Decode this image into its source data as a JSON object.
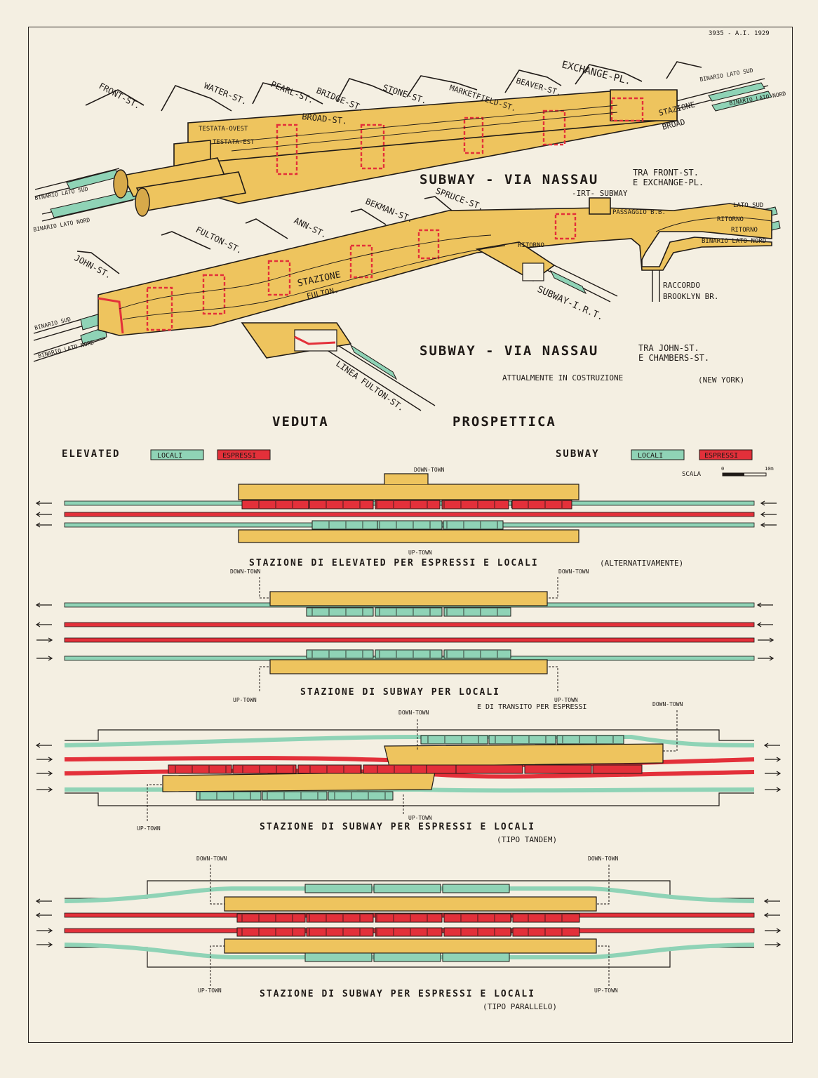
{
  "corner_note": "3935 - A.I. 1929",
  "top_section": {
    "streets": [
      "FRONT-ST.",
      "WATER-ST.",
      "PEARL-ST.",
      "BRIDGE-ST.",
      "STONE-ST.",
      "MARKETFIELD-ST.",
      "BEAVER-ST.",
      "EXCHANGE-PL."
    ],
    "broad_st": "BROAD-ST.",
    "testata_ovest": "TESTATA-OVEST",
    "testata_est": "TESTATA-EST",
    "stazione": "STAZIONE",
    "broad": "BROAD",
    "binario_lato_sud_left": "BINARIO LATO SUD",
    "binario_lato_nord_left": "BINARIO LATO NORD",
    "binario_lato_sud_right": "BINARIO LATO SUD",
    "binario_lato_nord_right": "BINARIO LATO NORD",
    "title_main": "SUBWAY - VIA NASSAU",
    "title_line1": "TRA FRONT-ST.",
    "title_line2": "E EXCHANGE-PL.",
    "irt": "-IRT- SUBWAY"
  },
  "mid_section": {
    "streets": [
      "JOHN-ST.",
      "FULTON-ST.",
      "ANN-ST.",
      "BEKMAN-ST.",
      "SPRUCE-ST."
    ],
    "stazione": "STAZIONE",
    "fulton": "FULTON.",
    "passaggio": "PASSAGGIO B.B.",
    "lato_sud": "LATO SUD",
    "ritorno1": "RITORNO",
    "ritorno2": "RITORNO",
    "ritorno3": "RITORNO",
    "binario_lato_nord_right": "BINARIO LATO NORD",
    "raccordo": "RACCORDO",
    "brooklyn": "BROOKLYN BR.",
    "subway_irt": "SUBWAY-I.R.T.",
    "linea_fulton": "LINEA FULTON-ST.",
    "binario_sud": "BINARIO SUD",
    "binario_lato_nord_left": "BINARIO LATO NORD",
    "title_main": "SUBWAY - VIA NASSAU",
    "title_line1": "TRA JOHN-ST.",
    "title_line2": "E CHAMBERS-ST.",
    "attualmente": "ATTUALMENTE IN COSTRUZIONE",
    "new_york": "(NEW YORK)"
  },
  "heading": {
    "left": "VEDUTA",
    "right": "PROSPETTICA"
  },
  "legend": {
    "elevated": "ELEVATED",
    "subway": "SUBWAY",
    "locali": "LOCALI",
    "espressi": "ESPRESSI",
    "scala": "SCALA",
    "scale_zero": "0",
    "scale_end": "10m"
  },
  "colors": {
    "locali": "#8fd3b6",
    "espressi": "#e3303a",
    "platform": "#eec45e",
    "ink": "#1f1a17",
    "paper": "#f4efe2"
  },
  "diagrams": {
    "d1": {
      "caption": "STAZIONE DI ELEVATED PER ESPRESSI E LOCALI",
      "note": "(ALTERNATIVAMENTE)",
      "down": "DOWN-TOWN",
      "up": "UP-TOWN"
    },
    "d2": {
      "caption": "STAZIONE DI SUBWAY PER LOCALI",
      "note": "E DI TRANSITO PER ESPRESSI",
      "down_left": "DOWN-TOWN",
      "down_right": "DOWN-TOWN",
      "up_left": "UP-TOWN",
      "up_right": "UP-TOWN"
    },
    "d3": {
      "caption": "STAZIONE DI SUBWAY PER ESPRESSI E LOCALI",
      "note": "(TIPO TANDEM)",
      "down_left": "DOWN-TOWN",
      "down_right": "DOWN-TOWN",
      "up_left": "UP-TOWN",
      "up_right": "UP-TOWN"
    },
    "d4": {
      "caption": "STAZIONE DI SUBWAY PER ESPRESSI E LOCALI",
      "note": "(TIPO PARALLELO)",
      "down_left": "DOWN-TOWN",
      "down_right": "DOWN-TOWN",
      "up_left": "UP-TOWN",
      "up_right": "UP-TOWN"
    }
  }
}
